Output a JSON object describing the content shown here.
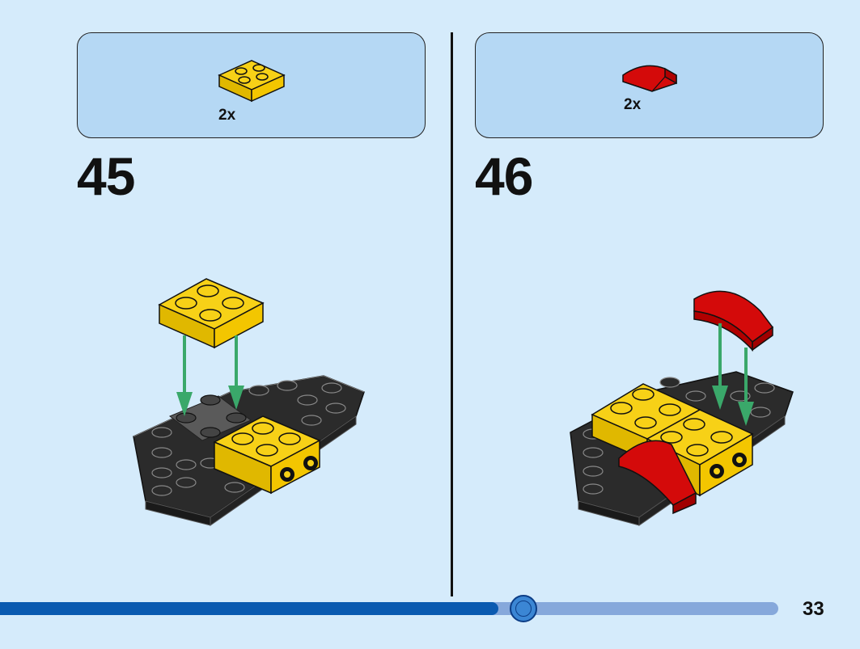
{
  "steps": [
    {
      "number": "45",
      "part_quantity": "2x",
      "part_name": "yellow-plate-2x2-icon",
      "part_color": "#f7d117"
    },
    {
      "number": "46",
      "part_quantity": "2x",
      "part_name": "red-curved-slope-icon",
      "part_color": "#d40a0a"
    }
  ],
  "page_number": "33",
  "progress": {
    "fraction": 0.64
  },
  "colors": {
    "background": "#d5ebfb",
    "parts_box": "#b5d8f4",
    "black_brick": "#2b2b2b",
    "yellow_brick": "#f7d117",
    "red_brick": "#d40a0a",
    "arrow": "#3aa86a",
    "progress_fill": "#0a5ab0",
    "progress_track": "#86a8db"
  }
}
